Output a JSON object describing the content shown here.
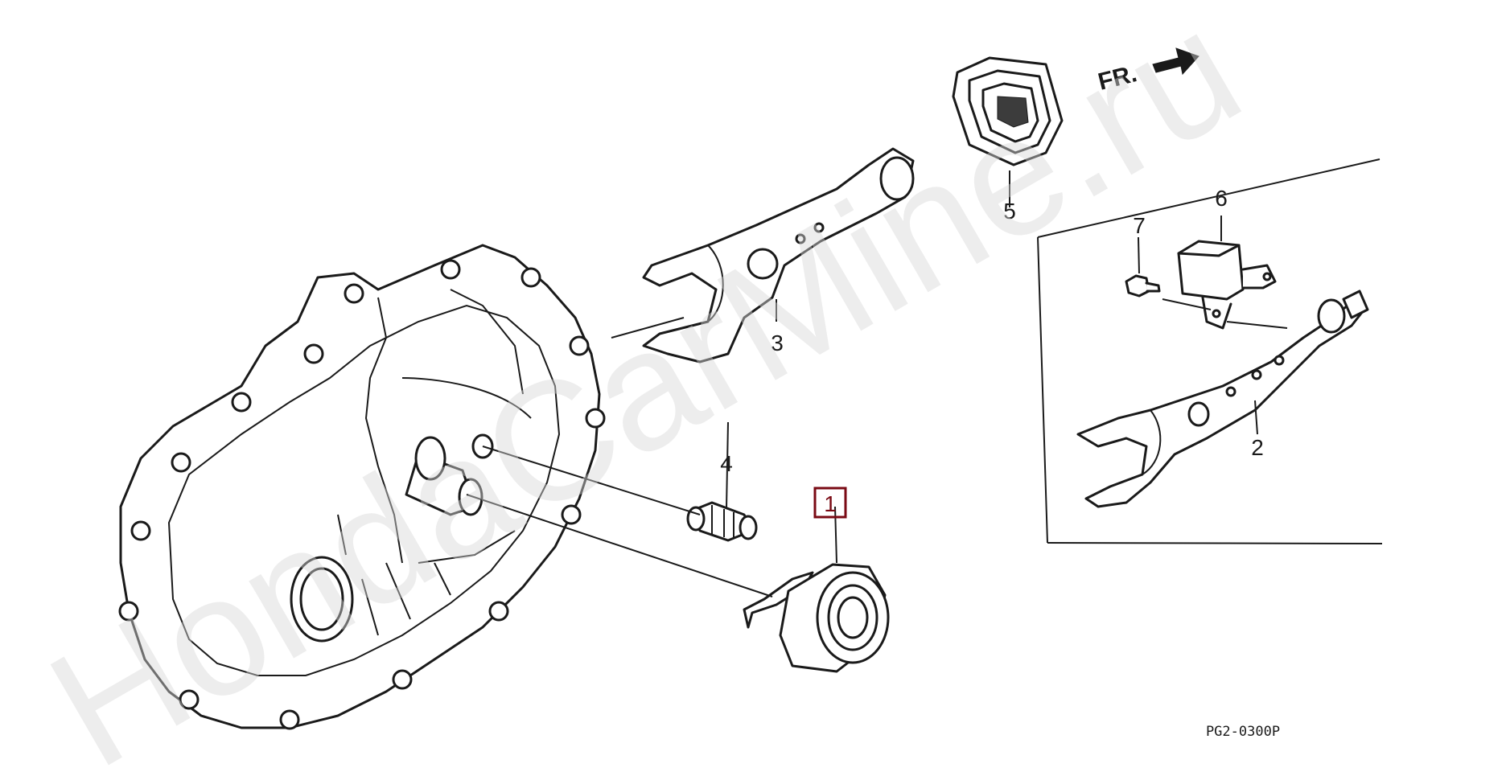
{
  "diagram": {
    "code": "PG2-0300P",
    "direction_label": "FR.",
    "highlight_color": "#7a0a14",
    "ink_color": "#1a1a1a"
  },
  "callouts": {
    "c1": "1",
    "c2": "2",
    "c3": "3",
    "c4": "4",
    "c5": "5",
    "c6": "6",
    "c7": "7"
  },
  "watermark": "HondaCarMine.ru"
}
